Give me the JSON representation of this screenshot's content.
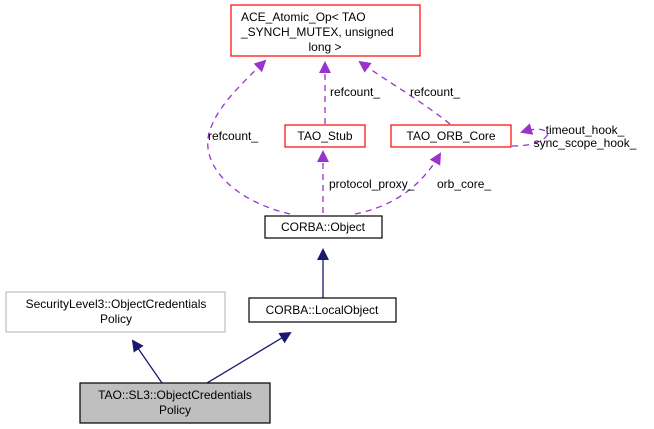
{
  "nodes": {
    "ace_atomic": {
      "lines": [
        "ACE_Atomic_Op< TAO",
        "_SYNCH_MUTEX, unsigned",
        "long >"
      ],
      "border": "#ff0000",
      "fill": "#ffffff"
    },
    "tao_stub": {
      "lines": [
        "TAO_Stub"
      ],
      "border": "#ff0000",
      "fill": "#ffffff"
    },
    "tao_orb_core": {
      "lines": [
        "TAO_ORB_Core"
      ],
      "border": "#ff0000",
      "fill": "#ffffff"
    },
    "corba_object": {
      "lines": [
        "CORBA::Object"
      ],
      "border": "#000000",
      "fill": "#ffffff"
    },
    "corba_localobject": {
      "lines": [
        "CORBA::LocalObject"
      ],
      "border": "#000000",
      "fill": "#ffffff"
    },
    "sl3_policy": {
      "lines": [
        "SecurityLevel3::ObjectCredentials",
        "Policy"
      ],
      "border": "#bfbfbf",
      "fill": "#ffffff"
    },
    "tao_sl3_policy": {
      "lines": [
        "TAO::SL3::ObjectCredentials",
        "Policy"
      ],
      "border": "#000000",
      "fill": "#bfbfbf"
    }
  },
  "edge_labels": {
    "refcount_left": "refcount_",
    "refcount_stub": "refcount_",
    "refcount_orb": "refcount_",
    "protocol_proxy": "protocol_proxy_",
    "orb_core": "orb_core_",
    "timeout_hook": "timeout_hook_",
    "sync_scope_hook": "sync_scope_hook_"
  },
  "colors": {
    "usage_edge": "#9a32cd",
    "inherit_edge": "#191970"
  }
}
